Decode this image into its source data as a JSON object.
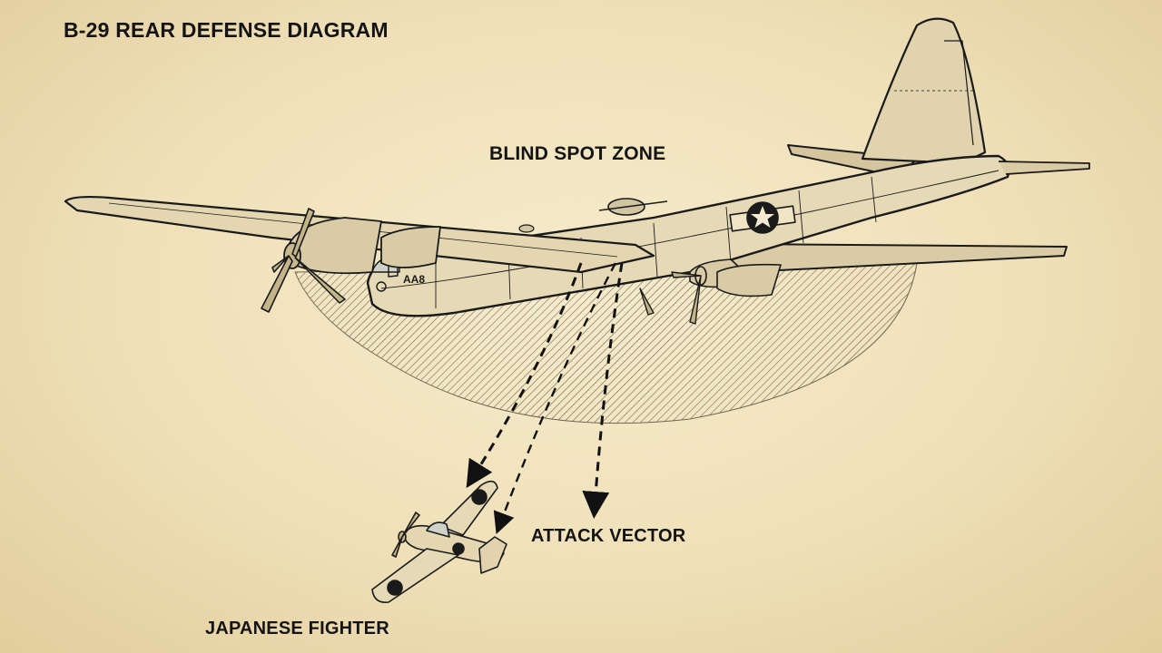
{
  "diagram": {
    "title": "B-29 REAR DEFENSE DIAGRAM",
    "labels": {
      "blind_spot": "BLIND SPOT ZONE",
      "attack_vector": "ATTACK VECTOR",
      "fighter": "JAPANESE FIGHTER"
    },
    "markings": {
      "bomber_nose_code": "AA8"
    },
    "icons": {
      "bomber": "b29-bomber-illustration",
      "fighter": "japanese-fighter-illustration",
      "insignia": "us-star-roundel"
    },
    "colors": {
      "paper": "#efe1bb",
      "ink": "#1a1a1a",
      "hatch": "#5a5040"
    }
  }
}
